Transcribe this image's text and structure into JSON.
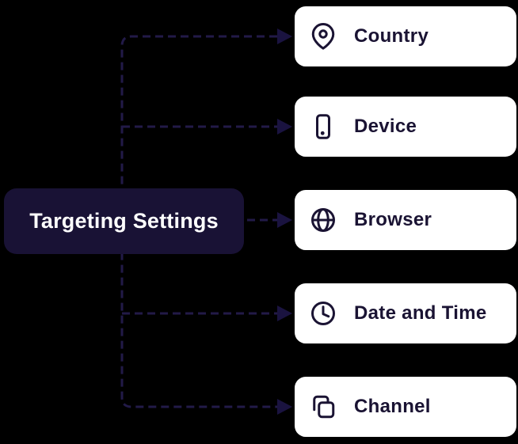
{
  "diagram": {
    "source": {
      "label": "Targeting Settings"
    },
    "targets": [
      {
        "label": "Country",
        "icon": "map-pin-icon"
      },
      {
        "label": "Device",
        "icon": "smartphone-icon"
      },
      {
        "label": "Browser",
        "icon": "globe-icon"
      },
      {
        "label": "Date and Time",
        "icon": "clock-icon"
      },
      {
        "label": "Channel",
        "icon": "copy-icon"
      }
    ],
    "colors": {
      "background": "#000000",
      "source_box": "#191235",
      "source_text": "#ffffff",
      "target_box": "#ffffff",
      "target_text": "#1a1333",
      "connector": "#221a48",
      "arrowhead": "#1a1340"
    }
  }
}
